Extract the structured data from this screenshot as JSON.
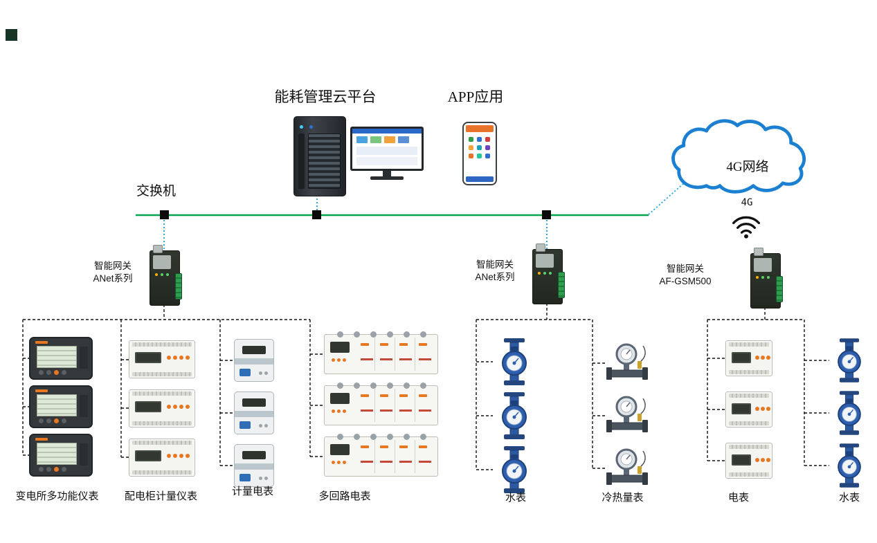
{
  "header": {
    "platform_title": "能耗管理云平台",
    "app_title": "APP应用"
  },
  "network": {
    "switch_label": "交换机",
    "cloud_label": "4G网络",
    "g4_label": "4G"
  },
  "gateways": [
    {
      "line1": "智能网关",
      "line2": "ANet系列"
    },
    {
      "line1": "智能网关",
      "line2": "ANet系列"
    },
    {
      "line1": "智能网关",
      "line2": "AF-GSM500"
    }
  ],
  "device_groups": [
    {
      "label": "变电所多功能仪表",
      "type": "multifunction-meter",
      "count": 3
    },
    {
      "label": "配电柜计量仪表",
      "type": "din-rail-meter",
      "count": 3
    },
    {
      "label": "计量电表",
      "type": "metering-meter",
      "count": 3
    },
    {
      "label": "多回路电表",
      "type": "multi-circuit-meter",
      "count": 3
    },
    {
      "label": "水表",
      "type": "water-meter",
      "count": 3
    },
    {
      "label": "冷热量表",
      "type": "heat-cooling-meter",
      "count": 3
    },
    {
      "label": "电表",
      "type": "electric-meter",
      "count": 3
    },
    {
      "label": "水表",
      "type": "water-meter",
      "count": 3
    }
  ],
  "icons": {
    "cloud": "cloud-icon",
    "wifi": "wifi-icon",
    "server": "server-tower",
    "monitor": "desktop-monitor",
    "phone": "smartphone",
    "switch_node": "ethernet-node"
  },
  "colors": {
    "ethernet_green": "#00a651",
    "link_blue": "#29abe2",
    "dashed_link": "#111111",
    "cloud_blue": "#1b80d2",
    "accent_orange": "#e87722",
    "meter_blue": "#2e5fae"
  }
}
